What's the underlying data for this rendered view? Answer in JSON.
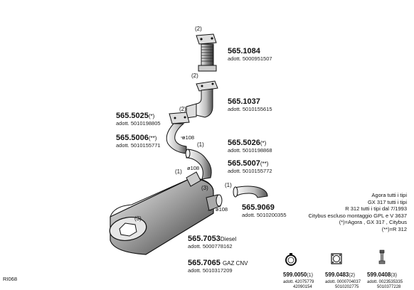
{
  "catalog_ref": "RI068",
  "parts": [
    {
      "id": "p1084",
      "code": "565.1084",
      "suffix": "",
      "adott": "adott. 5000951507",
      "qty": "(2)"
    },
    {
      "id": "p1037",
      "code": "565.1037",
      "suffix": "",
      "adott": "adott. 5010155615",
      "qty": "(2)"
    },
    {
      "id": "p5025",
      "code": "565.5025",
      "suffix": "(*)",
      "adott": "adott. 5010198805",
      "qty": "(2)"
    },
    {
      "id": "p5006",
      "code": "565.5006",
      "suffix": "(**)",
      "adott": "adott. 5010155771"
    },
    {
      "id": "p5026",
      "code": "565.5026",
      "suffix": "(*)",
      "adott": "adott. 5010198868",
      "qty": "(1)"
    },
    {
      "id": "p5007",
      "code": "565.5007",
      "suffix": "(**)",
      "adott": "adott. 5010155772",
      "qty": "(1)"
    },
    {
      "id": "p9069",
      "code": "565.9069",
      "suffix": "",
      "adott": "adott. 5010200355",
      "qty": "(1)"
    },
    {
      "id": "p7053",
      "code": "565.7053",
      "suffix": "Diesel",
      "adott": "adott. 5000778162",
      "qty": "(3)"
    },
    {
      "id": "p7065",
      "code": "565.7065",
      "suffix": "GAZ  CNV",
      "adott": "adott. 5010317209"
    }
  ],
  "diameters": [
    "ø108",
    "ø108",
    "ø108"
  ],
  "extra_qty": [
    "(1)",
    "(3)"
  ],
  "application_info": [
    "Agora tutti i tipi",
    "GX 317 tutti i tipi",
    "R 312 tutti i tipi dal 7/1993",
    "Citybus escluso montaggio GPL e V 3637",
    "(*)=Agora , GX 317 , Citybus",
    "(**)=R 312"
  ],
  "accessories": [
    {
      "code": "599.0050",
      "qty": "(1)",
      "line1": "adott. 42075779",
      "line2": "42090154",
      "icon": "clamp-ring-icon"
    },
    {
      "code": "599.0483",
      "qty": "(2)",
      "line1": "adott. 0000704037",
      "line2": "5010202775",
      "icon": "gasket-icon"
    },
    {
      "code": "599.0408",
      "qty": "(3)",
      "line1": "adott. 0023535335",
      "line2": "5010377228",
      "icon": "bolt-icon"
    }
  ]
}
